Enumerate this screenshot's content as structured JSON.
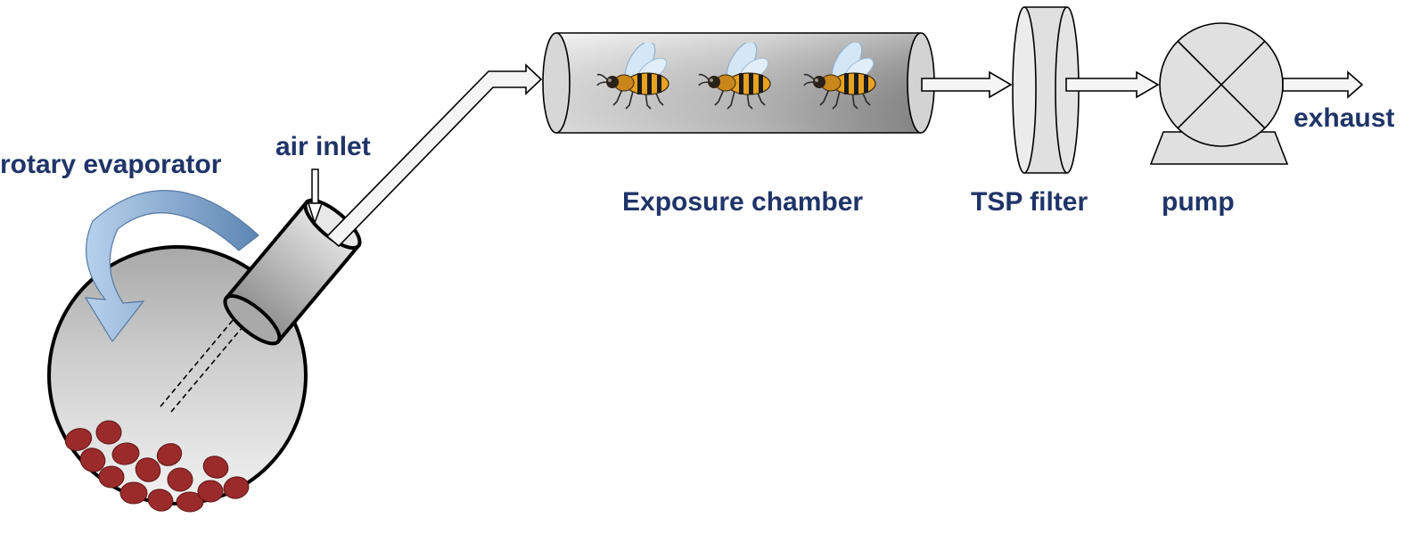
{
  "labels": {
    "rotary_evaporator": "rotary evaporator",
    "air_inlet": "air inlet",
    "exposure_chamber": "Exposure chamber",
    "tsp_filter": "TSP filter",
    "pump": "pump",
    "exhaust": "exhaust"
  },
  "colors": {
    "label_text": "#1f3468",
    "rotation_arrow": "#7ea6cf",
    "sample_particles": "#9b2b2b",
    "component_fill": "#d9d9d9",
    "outline": "#000000"
  },
  "components": {
    "flask_contents": "sample-particles",
    "chamber_occupants": [
      "bee-icon",
      "bee-icon",
      "bee-icon"
    ]
  }
}
